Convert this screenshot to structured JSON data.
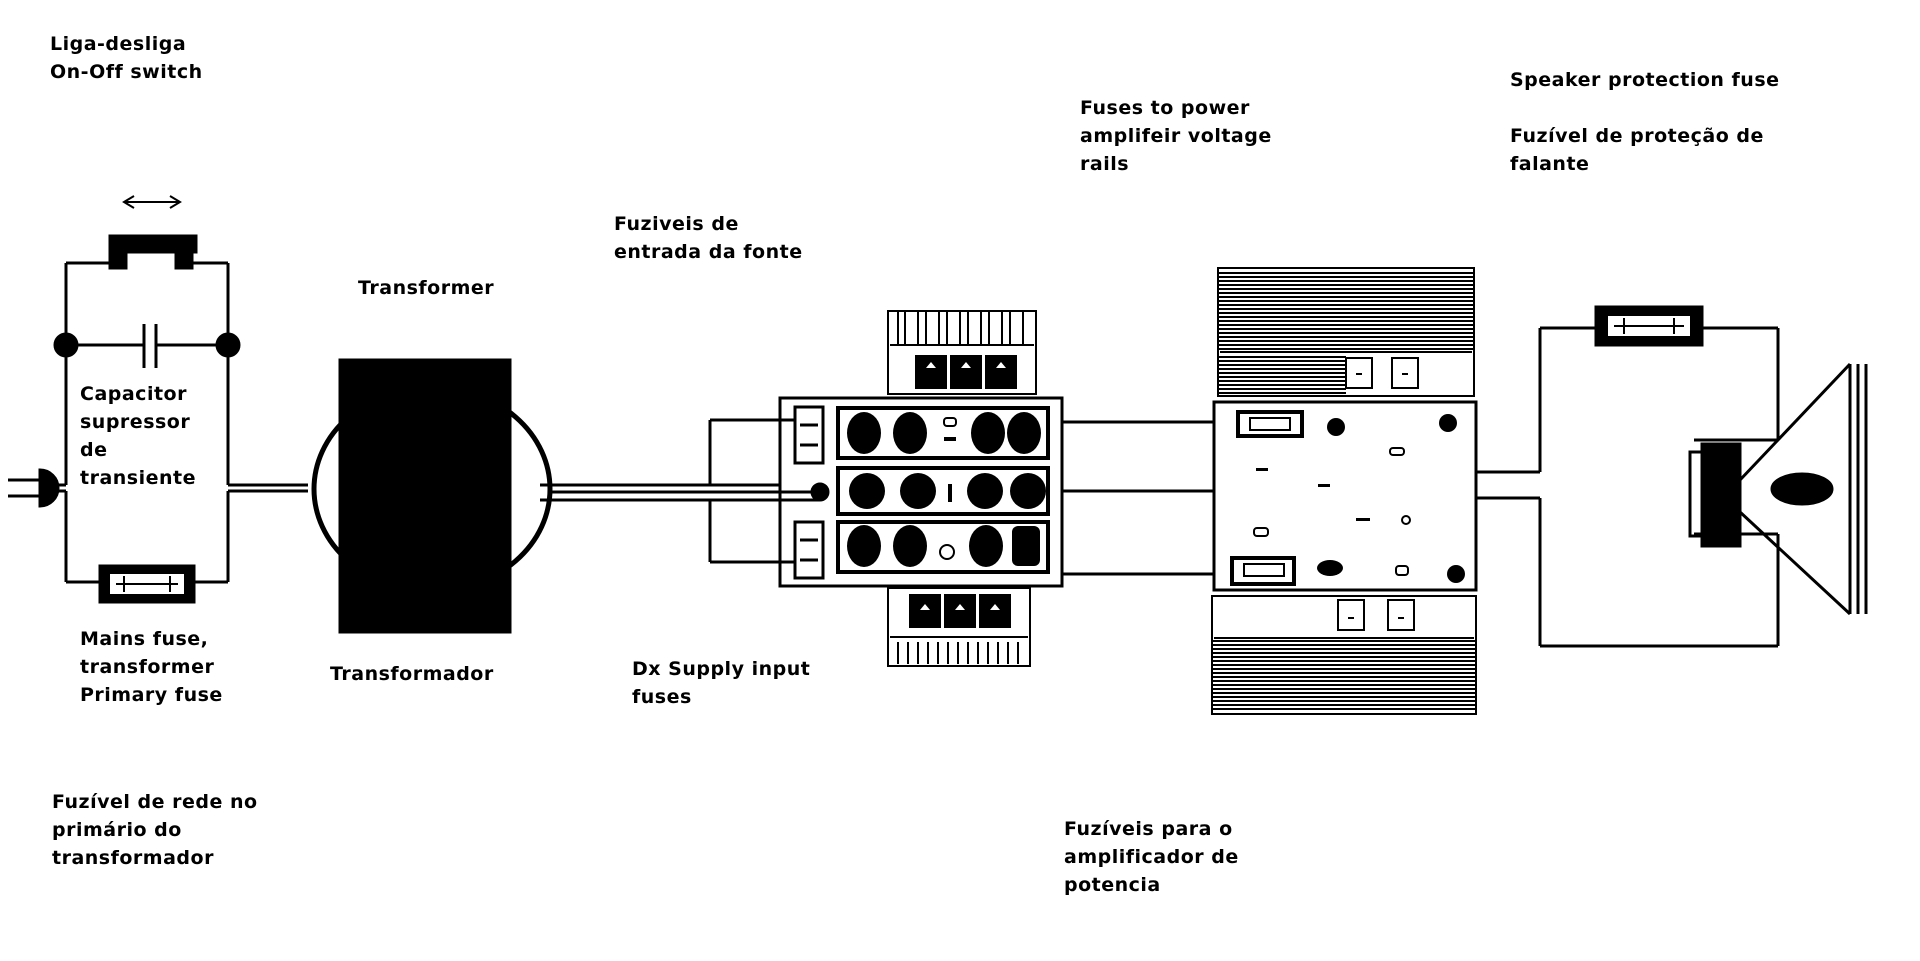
{
  "labels": {
    "switch_pt": "Liga-desliga",
    "switch_en": "On-Off switch",
    "capacitor_1": "Capacitor",
    "capacitor_2": "supressor",
    "capacitor_3": "de",
    "capacitor_4": "transiente",
    "mains_fuse_1": "Mains fuse,",
    "mains_fuse_2": "transformer",
    "mains_fuse_3": "Primary fuse",
    "mains_fuse_pt_1": "Fuzível de rede no",
    "mains_fuse_pt_2": "primário do",
    "mains_fuse_pt_3": "transformador",
    "transformer_en": "Transformer",
    "transformer_pt": "Transformador",
    "supply_pt_1": "Fuziveis de",
    "supply_pt_2": "entrada da fonte",
    "supply_en_1": "Dx Supply input",
    "supply_en_2": "fuses",
    "rails_en_1": "Fuses to power",
    "rails_en_2": "amplifeir voltage",
    "rails_en_3": "rails",
    "rails_pt_1": "Fuzíveis para o",
    "rails_pt_2": "amplificador de",
    "rails_pt_3": "potencia",
    "speaker_en": "Speaker protection fuse",
    "speaker_pt_1": "Fuzível de proteção de",
    "speaker_pt_2": "falante"
  },
  "colors": {
    "ink": "#000000",
    "paper": "#ffffff"
  },
  "icons": [
    "plug-icon",
    "switch-icon",
    "arrow-double-icon",
    "capacitor-icon",
    "fuse-icon",
    "transformer-icon",
    "heatsink-icon",
    "speaker-icon"
  ]
}
